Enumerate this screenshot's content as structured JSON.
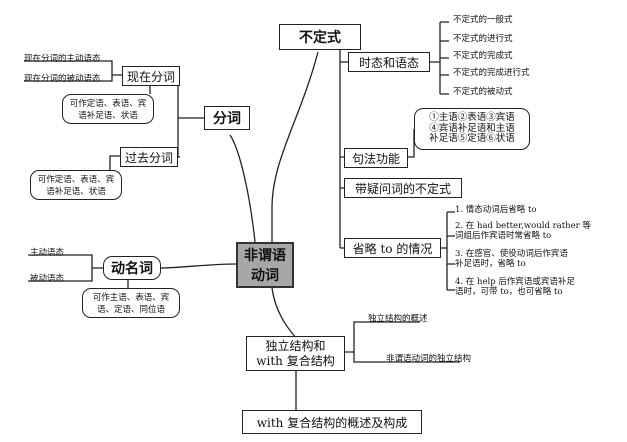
{
  "center": {
    "label": "非谓语\n动词"
  },
  "infinitive": {
    "title": "不定式",
    "tense_voice": {
      "label": "时态和语态",
      "items": [
        "不定式的一般式",
        "不定式的进行式",
        "不定式的完成式",
        "不定式的完成进行式",
        "不定式的被动式"
      ]
    },
    "syntax": {
      "label": "句法功能",
      "detail": "①主语②表语③宾语\n④宾语补足语和主语\n补足语⑤定语⑥状语"
    },
    "wh": {
      "label": "带疑问词的不定式"
    },
    "omit_to": {
      "label": "省略 to 的情况",
      "items": [
        "1. 情态动词后省略 to",
        "2. 在 had better,would rather 等\n词组后作宾语时常省略 to",
        "3. 在感官、使役动词后作宾语\n补足语时，省略 to",
        "4. 在 help 后作宾语或宾语补足\n语时，可带 to，也可省略 to"
      ]
    }
  },
  "participle": {
    "title": "分词",
    "present": {
      "label": "现在分词",
      "forms": [
        "现在分词的主动语态",
        "现在分词的被动语态"
      ],
      "functions": "可作定语、表语、宾\n语补足语、状语"
    },
    "past": {
      "label": "过去分词",
      "functions": "可作定语、表语、宾\n语补足语、状语"
    }
  },
  "gerund": {
    "title": "动名词",
    "forms": [
      "主动语态",
      "被动语态"
    ],
    "functions": "可作主语、表语、宾\n语、定语、同位语"
  },
  "absolute": {
    "title": "独立结构和\nwith 复合结构",
    "items": [
      "独立结构的概述",
      "非谓语动词的独立结构"
    ],
    "bottom": "with 复合结构的概述及构成"
  }
}
